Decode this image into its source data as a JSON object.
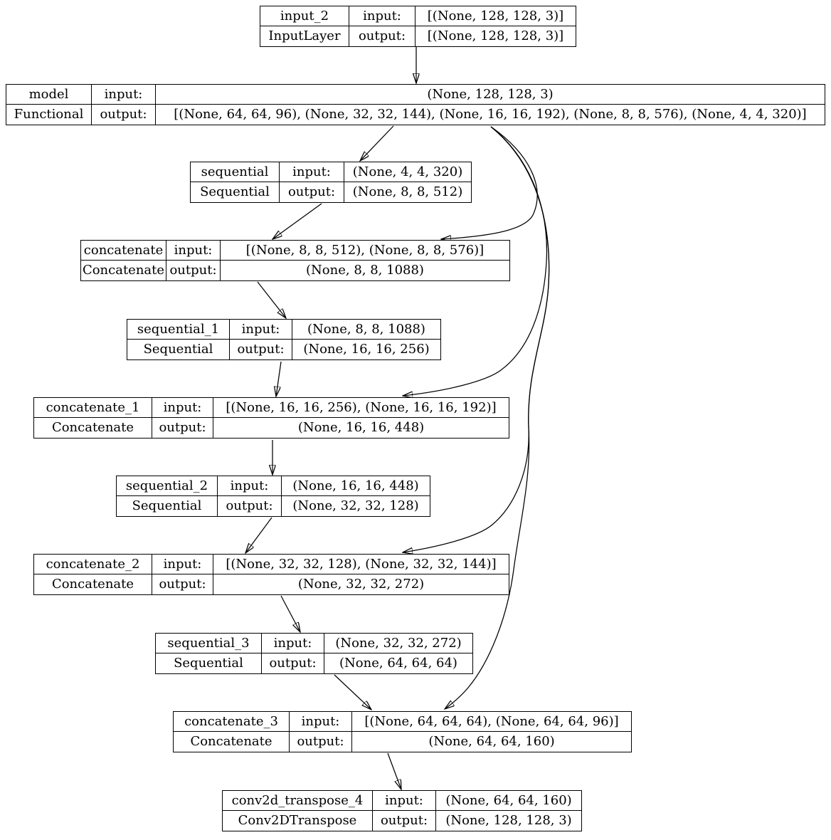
{
  "diagram": {
    "title": "keras-model-architecture",
    "background_color": "#ffffff",
    "node_border_color": "#000000",
    "edge_color": "#000000",
    "text_color": "#000000",
    "field_labels": {
      "input": "input:",
      "output": "output:"
    },
    "nodes": [
      {
        "id": "input_2",
        "name": "input_2",
        "type": "InputLayer",
        "input": "[(None, 128, 128, 3)]",
        "output": "[(None, 128, 128, 3)]"
      },
      {
        "id": "model",
        "name": "model",
        "type": "Functional",
        "input": "(None, 128, 128, 3)",
        "output": "[(None, 64, 64, 96), (None, 32, 32, 144), (None, 16, 16, 192), (None, 8, 8, 576), (None, 4, 4, 320)]"
      },
      {
        "id": "sequential",
        "name": "sequential",
        "type": "Sequential",
        "input": "(None, 4, 4, 320)",
        "output": "(None, 8, 8, 512)"
      },
      {
        "id": "concatenate",
        "name": "concatenate",
        "type": "Concatenate",
        "input": "[(None, 8, 8, 512), (None, 8, 8, 576)]",
        "output": "(None, 8, 8, 1088)"
      },
      {
        "id": "sequential_1",
        "name": "sequential_1",
        "type": "Sequential",
        "input": "(None, 8, 8, 1088)",
        "output": "(None, 16, 16, 256)"
      },
      {
        "id": "concatenate_1",
        "name": "concatenate_1",
        "type": "Concatenate",
        "input": "[(None, 16, 16, 256), (None, 16, 16, 192)]",
        "output": "(None, 16, 16, 448)"
      },
      {
        "id": "sequential_2",
        "name": "sequential_2",
        "type": "Sequential",
        "input": "(None, 16, 16, 448)",
        "output": "(None, 32, 32, 128)"
      },
      {
        "id": "concatenate_2",
        "name": "concatenate_2",
        "type": "Concatenate",
        "input": "[(None, 32, 32, 128), (None, 32, 32, 144)]",
        "output": "(None, 32, 32, 272)"
      },
      {
        "id": "sequential_3",
        "name": "sequential_3",
        "type": "Sequential",
        "input": "(None, 32, 32, 272)",
        "output": "(None, 64, 64, 64)"
      },
      {
        "id": "concatenate_3",
        "name": "concatenate_3",
        "type": "Concatenate",
        "input": "[(None, 64, 64, 64), (None, 64, 64, 96)]",
        "output": "(None, 64, 64, 160)"
      },
      {
        "id": "conv2d_transpose_4",
        "name": "conv2d_transpose_4",
        "type": "Conv2DTranspose",
        "input": "(None, 64, 64, 160)",
        "output": "(None, 128, 128, 3)"
      }
    ],
    "edges": [
      {
        "from": "input_2",
        "to": "model"
      },
      {
        "from": "model",
        "to": "sequential"
      },
      {
        "from": "sequential",
        "to": "concatenate"
      },
      {
        "from": "model",
        "to": "concatenate"
      },
      {
        "from": "concatenate",
        "to": "sequential_1"
      },
      {
        "from": "sequential_1",
        "to": "concatenate_1"
      },
      {
        "from": "model",
        "to": "concatenate_1"
      },
      {
        "from": "concatenate_1",
        "to": "sequential_2"
      },
      {
        "from": "sequential_2",
        "to": "concatenate_2"
      },
      {
        "from": "model",
        "to": "concatenate_2"
      },
      {
        "from": "concatenate_2",
        "to": "sequential_3"
      },
      {
        "from": "sequential_3",
        "to": "concatenate_3"
      },
      {
        "from": "model",
        "to": "concatenate_3"
      },
      {
        "from": "concatenate_3",
        "to": "conv2d_transpose_4"
      }
    ]
  }
}
